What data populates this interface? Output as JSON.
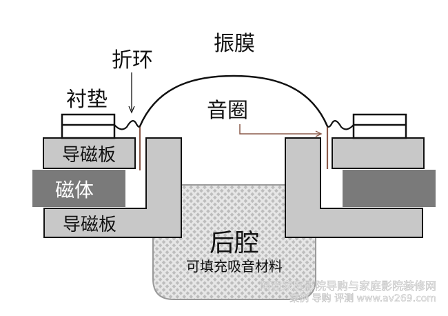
{
  "diagram": {
    "title": "Speaker driver cross-section",
    "labels": {
      "diaphragm": "振膜",
      "surround": "折环",
      "gasket": "衬垫",
      "voice_coil": "音圈",
      "top_plate_left": "导磁板",
      "magnet_left": "磁体",
      "bottom_plate_left": "导磁板",
      "back_cavity": "后腔",
      "back_cavity_note": "可填充吸音材料"
    },
    "colors": {
      "plate": "#c8c8c8",
      "magnet": "#7a7a7a",
      "cavity_fill": "#d9d9d9",
      "voice_coil": "#8b5a4a",
      "outline": "#111111"
    }
  },
  "watermark": {
    "line1": "阿强家庭影院导购与家庭影院装修网",
    "line2": "案例 导购 评测 www.av269.com"
  }
}
